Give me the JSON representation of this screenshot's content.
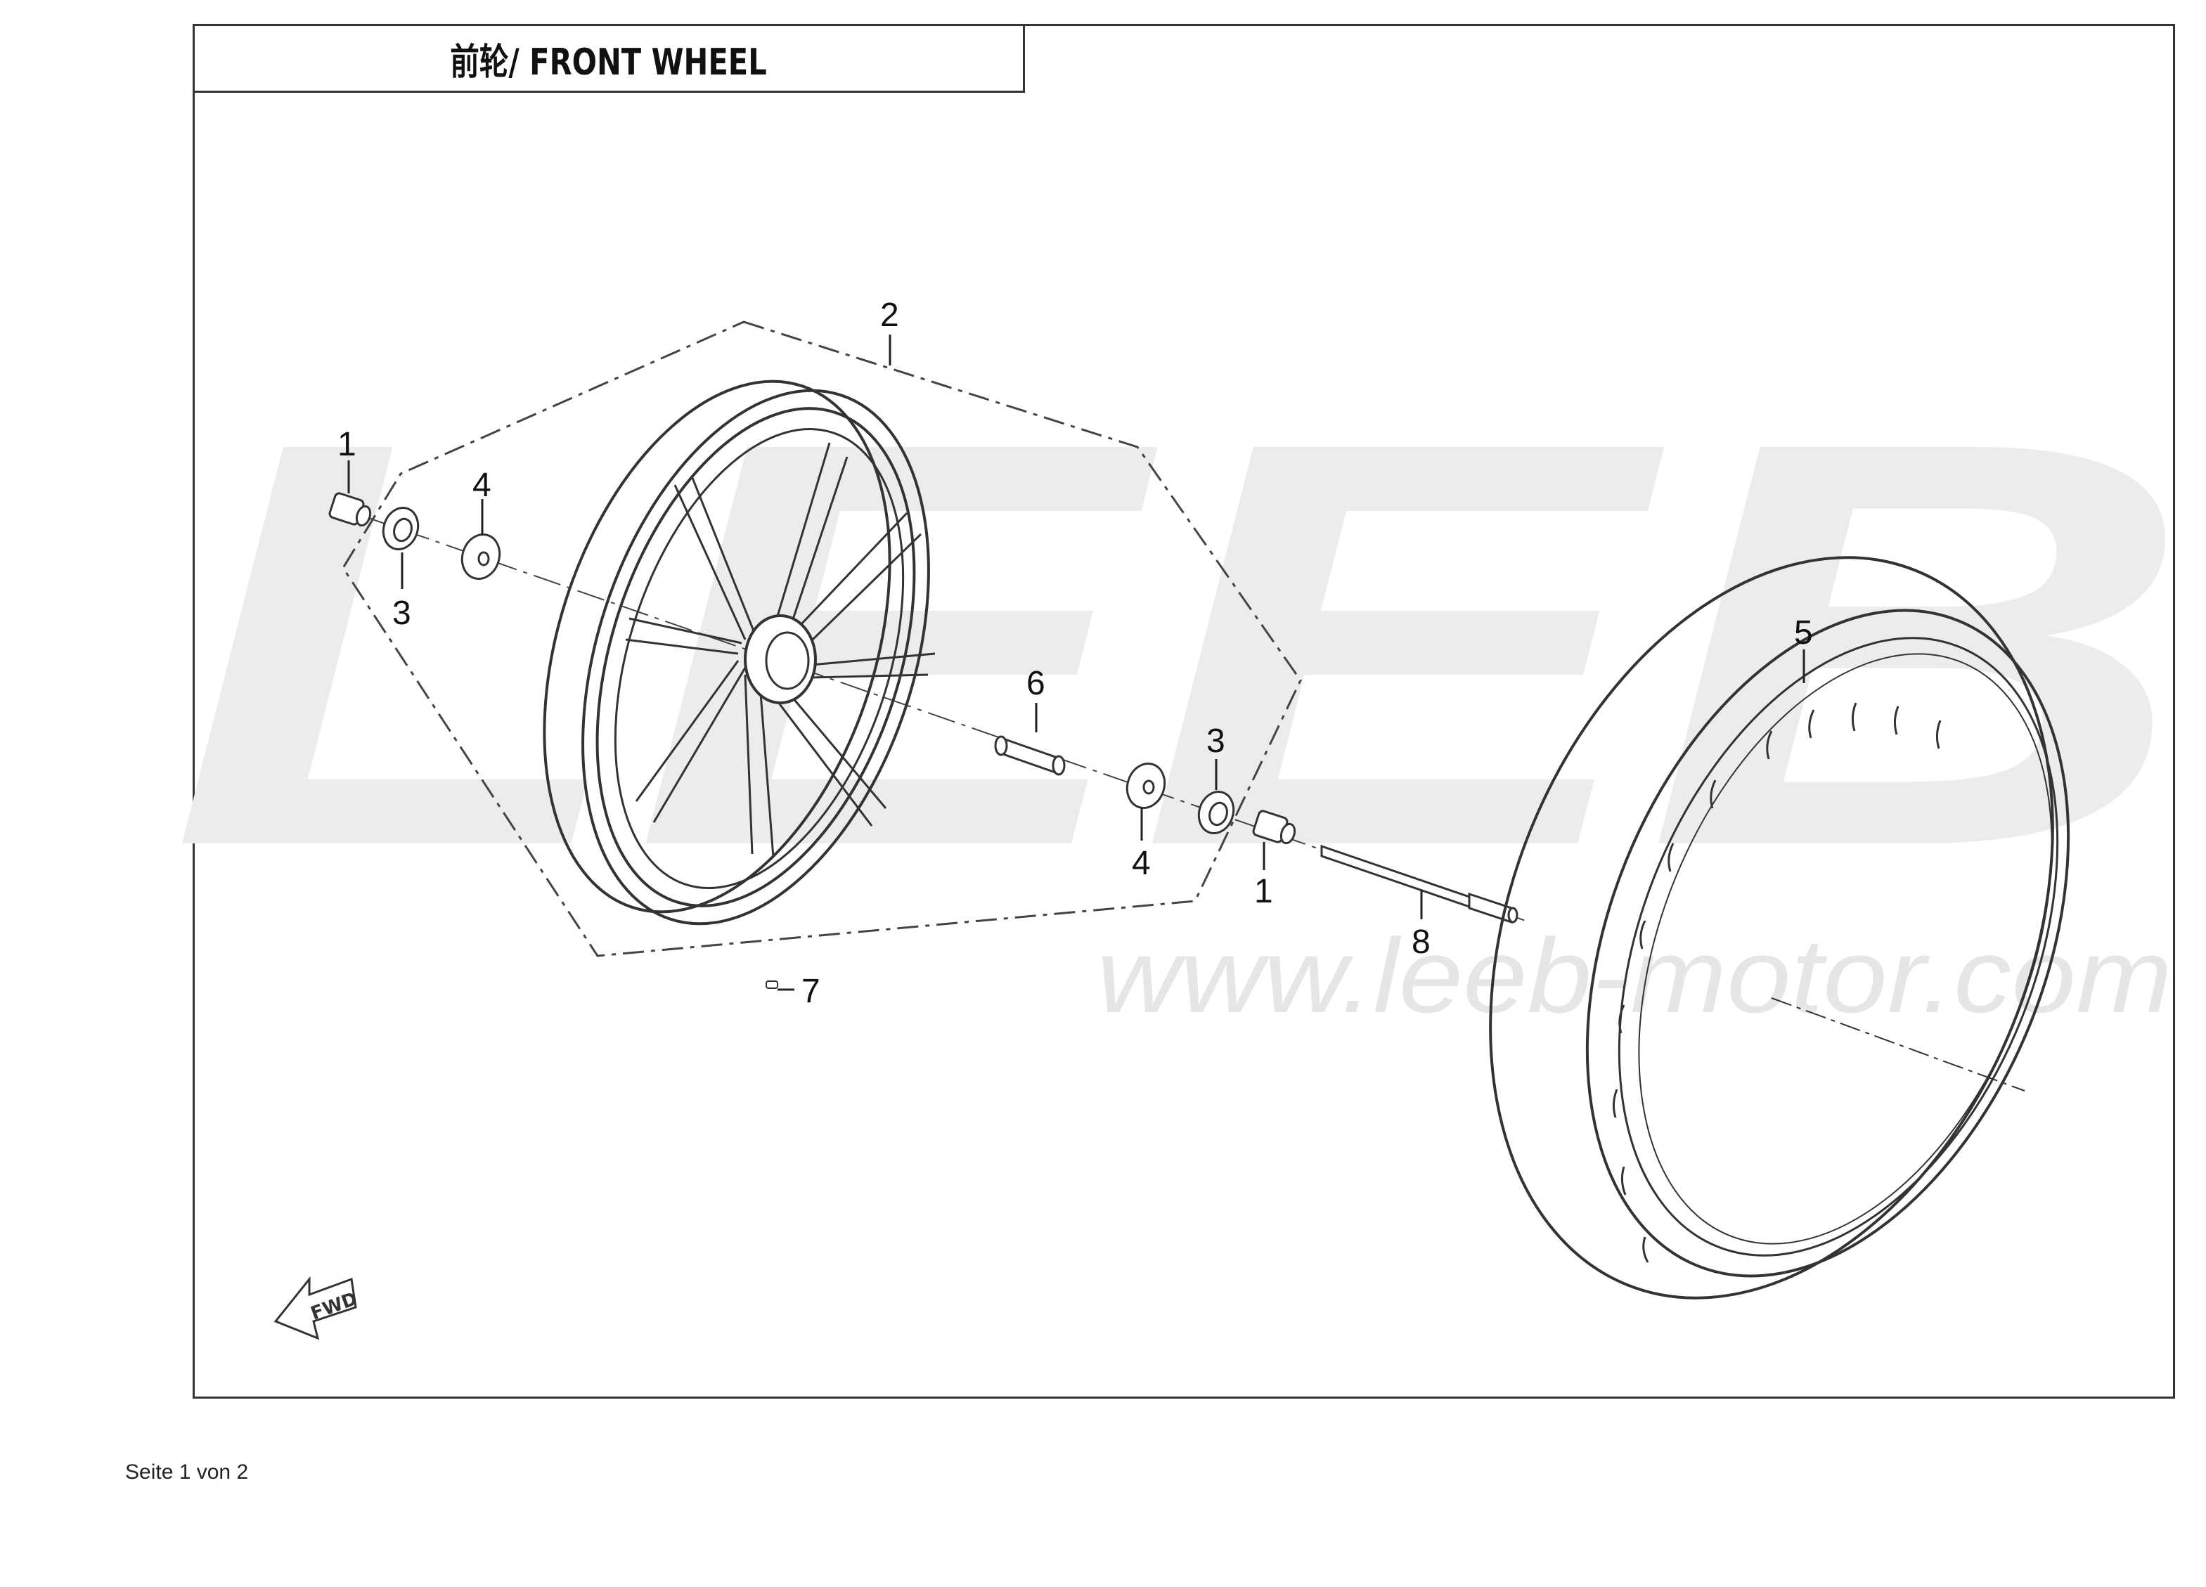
{
  "title": "前轮/ FRONT WHEEL",
  "watermark": {
    "brand": "LEEB",
    "url": "www.leeb-motor.com"
  },
  "fwd_label": "FWD",
  "callouts": [
    {
      "id": "c1a",
      "label": "1"
    },
    {
      "id": "c3a",
      "label": "3"
    },
    {
      "id": "c4a",
      "label": "4"
    },
    {
      "id": "c2",
      "label": "2"
    },
    {
      "id": "c6",
      "label": "6"
    },
    {
      "id": "c3b",
      "label": "3"
    },
    {
      "id": "c4b",
      "label": "4"
    },
    {
      "id": "c1b",
      "label": "1"
    },
    {
      "id": "c8",
      "label": "8"
    },
    {
      "id": "c7",
      "label": "7"
    },
    {
      "id": "c5",
      "label": "5"
    }
  ],
  "footer": "Seite 1 von 2",
  "colors": {
    "line": "#333333",
    "watermark": "#ececec",
    "text": "#111111"
  }
}
